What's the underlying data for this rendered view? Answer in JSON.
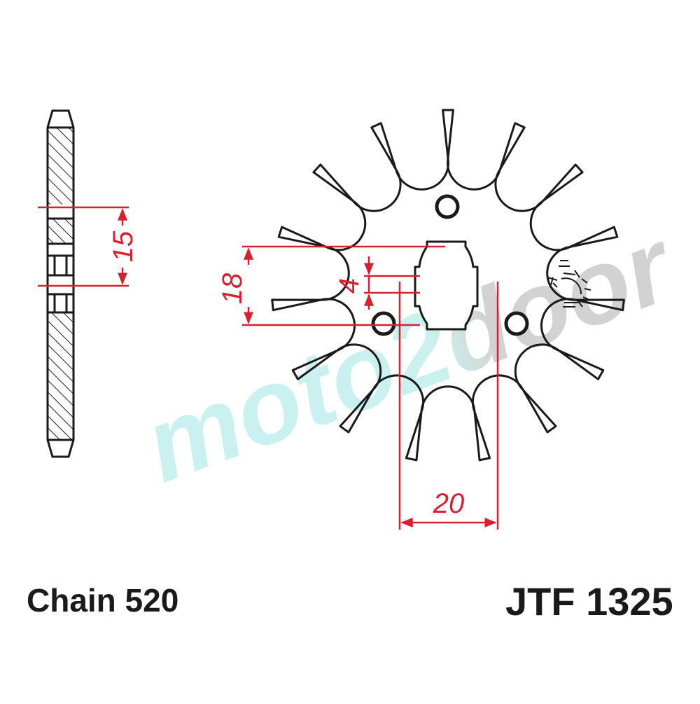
{
  "colors": {
    "outline": "#1a1a1a",
    "dimension": "#d42030",
    "hatch": "#1a1a1a",
    "watermark_start": "#b9ecea",
    "watermark_end": "#c4c4c4"
  },
  "side_view": {
    "dimension": "15"
  },
  "front_view": {
    "teeth": 15,
    "bolt_holes": 3,
    "dimensions": {
      "spline_outer": "18",
      "spline_width": "4",
      "bolt_spacing": "20"
    }
  },
  "watermark": {
    "text": "moto2door"
  },
  "captions": {
    "chain": "Chain 520",
    "part_number": "JTF 1325"
  },
  "icons": {
    "logo": "sun-logo-icon"
  }
}
